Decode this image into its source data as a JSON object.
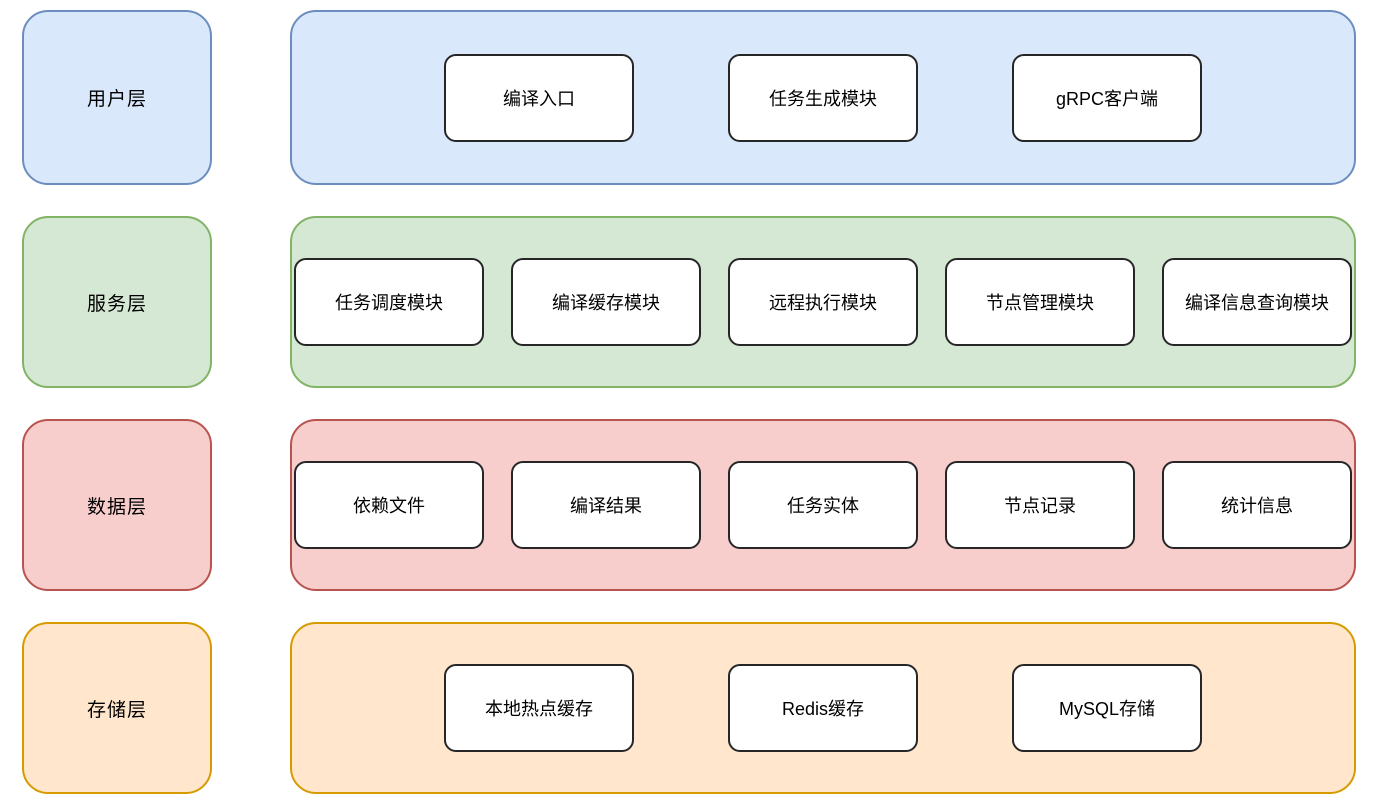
{
  "diagram": {
    "title": "layered-architecture",
    "module_box": {
      "fill": "#ffffff",
      "stroke": "#262626"
    },
    "layers": [
      {
        "id": "user",
        "label": "用户层",
        "fill": "#dae8fc",
        "stroke": "#6c8ebf",
        "modules": [
          "编译入口",
          "任务生成模块",
          "gRPC客户端"
        ]
      },
      {
        "id": "service",
        "label": "服务层",
        "fill": "#d5e8d4",
        "stroke": "#82b366",
        "modules": [
          "任务调度模块",
          "编译缓存模块",
          "远程执行模块",
          "节点管理模块",
          "编译信息查询模块"
        ]
      },
      {
        "id": "data",
        "label": "数据层",
        "fill": "#f8cecc",
        "stroke": "#b85450",
        "modules": [
          "依赖文件",
          "编译结果",
          "任务实体",
          "节点记录",
          "统计信息"
        ]
      },
      {
        "id": "storage",
        "label": "存储层",
        "fill": "#ffe6cc",
        "stroke": "#d79b00",
        "modules": [
          "本地热点缓存",
          "Redis缓存",
          "MySQL存储"
        ]
      }
    ]
  }
}
